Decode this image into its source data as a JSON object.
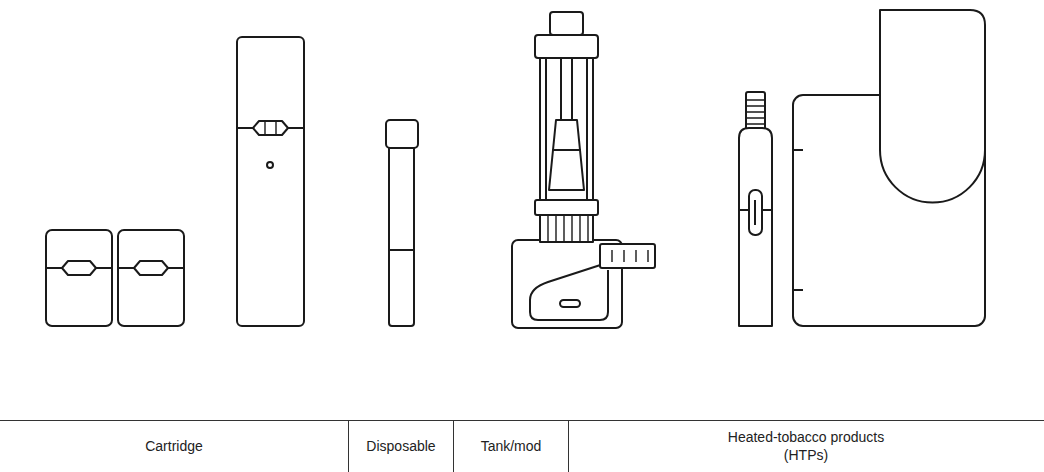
{
  "diagram": {
    "labels": [
      "Cartridge",
      "Disposable",
      "Tank/mod",
      "Heated-tobacco products (HTPs)"
    ]
  }
}
